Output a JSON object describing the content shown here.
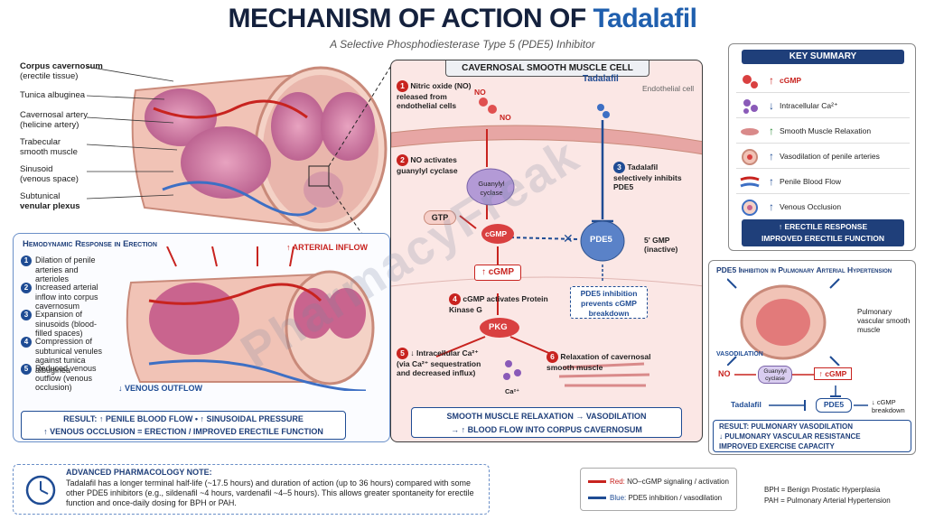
{
  "header": {
    "title_prefix": "MECHANISM OF ACTION OF",
    "title_drug": "Tadalafil",
    "subtitle": "A Selective Phosphodiesterase Type 5 (PDE5) Inhibitor"
  },
  "anatomy_labels": [
    {
      "main": "Corpus cavernosum",
      "sub": "(erectile tissue)"
    },
    {
      "main": "Tunica albuginea",
      "sub": ""
    },
    {
      "main": "Cavernosal artery",
      "sub": "(helicine artery)"
    },
    {
      "main": "Trabecular",
      "sub": "smooth muscle"
    },
    {
      "main": "Sinusoid",
      "sub": "(venous space)"
    },
    {
      "main": "Subtunical",
      "sub": "venular plexus"
    }
  ],
  "hemodynamic": {
    "title": "Hemodynamic Response in Erection",
    "arterial_inflow": "↑ ARTERIAL INFLOW",
    "venous_outflow": "↓ VENOUS OUTFLOW",
    "steps": [
      {
        "n": "1",
        "text": "Dilation of penile arteries and arterioles"
      },
      {
        "n": "2",
        "text": "Increased arterial inflow into corpus cavernosum"
      },
      {
        "n": "3",
        "text": "Expansion of sinusoids (blood-filled spaces)"
      },
      {
        "n": "4",
        "text": "Compression of subtunical venules against tunica albuginea"
      },
      {
        "n": "5",
        "text": "Reduced venous outflow (venous occlusion)"
      }
    ],
    "result_line1": "RESULT: ↑ PENILE BLOOD FLOW  •  ↑ SINUSOIDAL PRESSURE",
    "result_line2": "↑ VENOUS OCCLUSION   =   ERECTION / IMPROVED ERECTILE FUNCTION"
  },
  "cell": {
    "title": "CAVERNOSAL SMOOTH MUSCLE CELL",
    "endothelial": "Endothelial cell",
    "no_label": "NO",
    "tadalafil": "Tadalafil",
    "step1_n": "1",
    "step1": "Nitric oxide (NO) released from endothelial cells",
    "step2_n": "2",
    "step2": "NO activates guanylyl cyclase",
    "step3_n": "3",
    "step3": "Tadalafil selectively inhibits PDE5",
    "guanylyl": "Guanylyl cyclase",
    "gtp": "GTP",
    "cgmp": "cGMP",
    "up_cgmp": "↑ cGMP",
    "pde5": "PDE5",
    "gmp5": "5' GMP",
    "inactive": "(inactive)",
    "pde5_inhib": "PDE5 inhibition prevents cGMP breakdown",
    "step4_n": "4",
    "step4": "cGMP activates Protein Kinase G",
    "pkg": "PKG",
    "step5_n": "5",
    "step5a": "↓ Intracellular Ca²⁺",
    "step5b": "(via Ca²⁺ sequestration and decreased influx)",
    "ca": "Ca²⁺",
    "step6_n": "6",
    "step6": "Relaxation of cavernosal smooth muscle",
    "bottom1": "SMOOTH MUSCLE RELAXATION → VASODILATION",
    "bottom2": "→ ↑ BLOOD FLOW INTO CORPUS CAVERNOSUM"
  },
  "key_summary": {
    "title": "KEY SUMMARY",
    "rows": [
      {
        "arrow": "↑",
        "text": "cGMP",
        "color": "#c8231f"
      },
      {
        "arrow": "↓",
        "text": "Intracellular Ca²⁺",
        "color": "#1f4c94"
      },
      {
        "arrow": "↑",
        "text": "Smooth Muscle Relaxation",
        "color": "#2e8b3a"
      },
      {
        "arrow": "↑",
        "text": "Vasodilation of penile arteries",
        "color": "#1f4c94"
      },
      {
        "arrow": "↑",
        "text": "Penile Blood Flow",
        "color": "#1f4c94"
      },
      {
        "arrow": "↑",
        "text": "Venous Occlusion",
        "color": "#1f4c94"
      }
    ],
    "footer1": "↑ ERECTILE RESPONSE",
    "footer2": "IMPROVED ERECTILE FUNCTION"
  },
  "pulmonary": {
    "title": "PDE5 Inhibition in Pulmonary Arterial Hypertension",
    "vessel_label": "Pulmonary vascular smooth muscle",
    "vasodilation": "VASODILATION",
    "no": "NO",
    "guanylyl": "Guanylyl cyclase",
    "up_cgmp": "↑ cGMP",
    "tadalafil": "Tadalafil",
    "pde5": "PDE5",
    "breakdown": "↓ cGMP breakdown",
    "result1": "RESULT: PULMONARY VASODILATION",
    "result2": "↓ PULMONARY VASCULAR RESISTANCE",
    "result3": "IMPROVED EXERCISE CAPACITY"
  },
  "note": {
    "title": "ADVANCED PHARMACOLOGY NOTE:",
    "text": "Tadalafil has a longer terminal half-life (~17.5 hours) and duration of action (up to 36 hours) compared with some other PDE5 inhibitors (e.g., sildenafil ~4 hours, vardenafil ~4–5 hours). This allows greater spontaneity for erectile function and once-daily dosing for BPH or PAH."
  },
  "legend": {
    "red_key": "Red:",
    "red_text": "NO–cGMP signaling / activation",
    "blue_key": "Blue:",
    "blue_text": "PDE5 inhibition / vasodilation",
    "red_color": "#c8231f",
    "blue_color": "#1f4c94"
  },
  "abbreviations": [
    "BPH = Benign Prostatic Hyperplasia",
    "PAH = Pulmonary Arterial Hypertension"
  ],
  "watermark": "PharmacyFreak"
}
